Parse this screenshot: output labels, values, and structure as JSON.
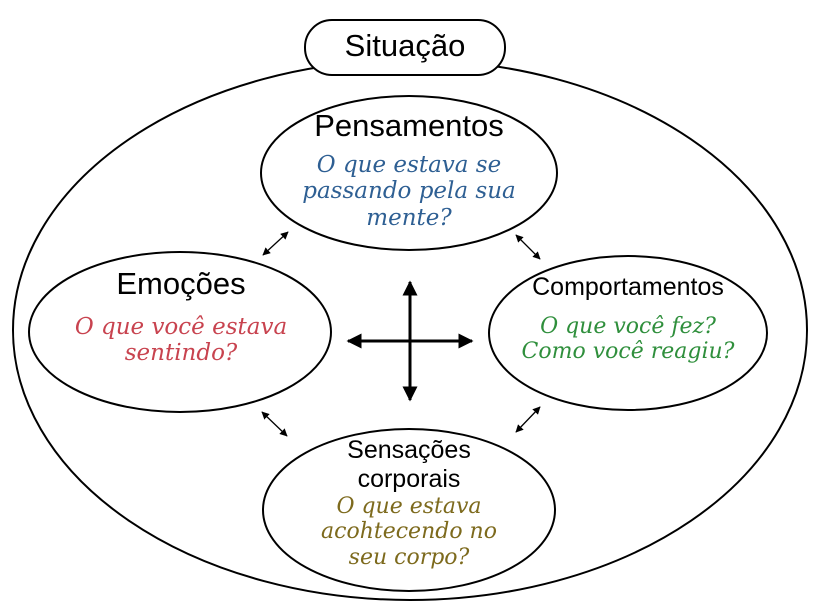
{
  "situation": {
    "label": "Situação"
  },
  "thoughts": {
    "title": "Pensamentos",
    "question_lines": [
      "O que estava se",
      "passando pela sua",
      "mente?"
    ]
  },
  "emotions": {
    "title": "Emoções",
    "question_lines": [
      "O que você estava",
      "sentindo?"
    ]
  },
  "behaviors": {
    "title": "Comportamentos",
    "question_lines": [
      "O que você fez?",
      "Como você reagiu?"
    ]
  },
  "body": {
    "title_lines": [
      "Sensações",
      "corporais"
    ],
    "question_lines": [
      "O que estava",
      "acohtecendo no",
      "seu corpo?"
    ]
  },
  "colors": {
    "thoughts_question": "#2e5f93",
    "emotions_question": "#c8434f",
    "behaviors_question": "#2f8f3c",
    "body_question": "#7d6a1d"
  }
}
